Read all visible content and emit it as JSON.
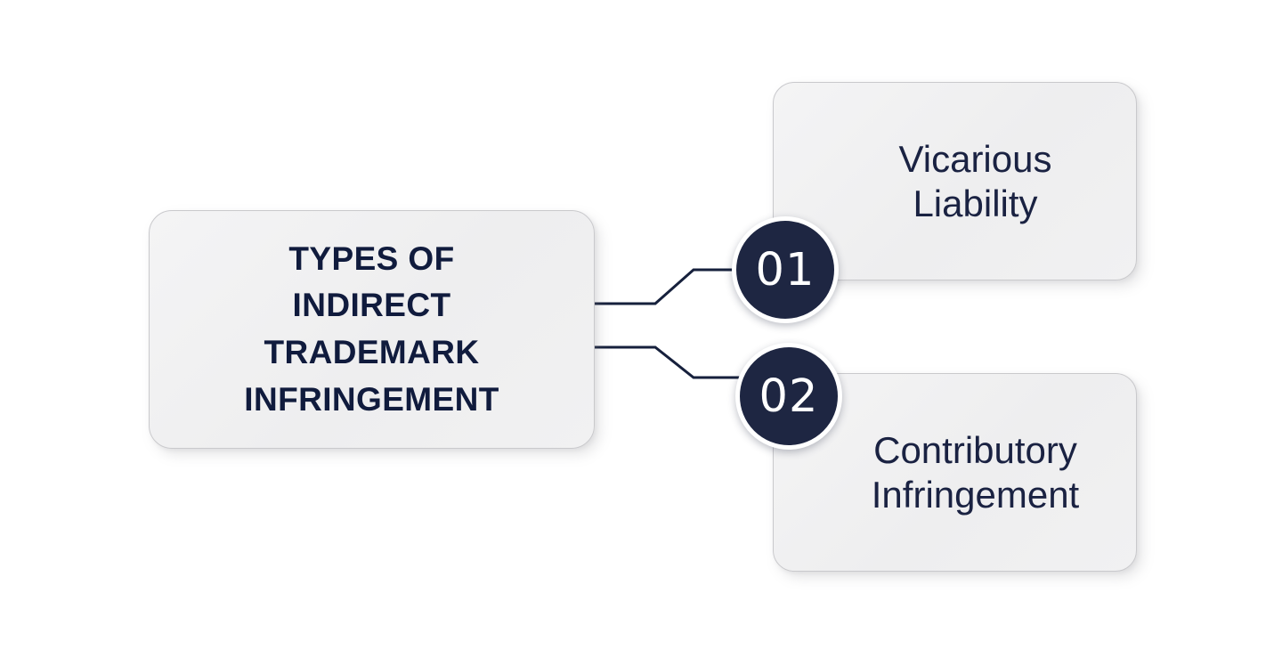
{
  "diagram": {
    "type": "branch-diagram",
    "background_color": "#ffffff",
    "accent_color": "#1e2642",
    "text_color": "#101b3d",
    "card_fill": "#f1f1f2",
    "card_border": "#c9c9cc",
    "connector_color": "#16203c",
    "root": {
      "title": "TYPES OF\nINDIRECT\nTRADEMARK\nINFRINGEMENT"
    },
    "branches": [
      {
        "number": "01",
        "label": "Vicarious\nLiability"
      },
      {
        "number": "02",
        "label": "Contributory\nInfringement"
      }
    ]
  }
}
